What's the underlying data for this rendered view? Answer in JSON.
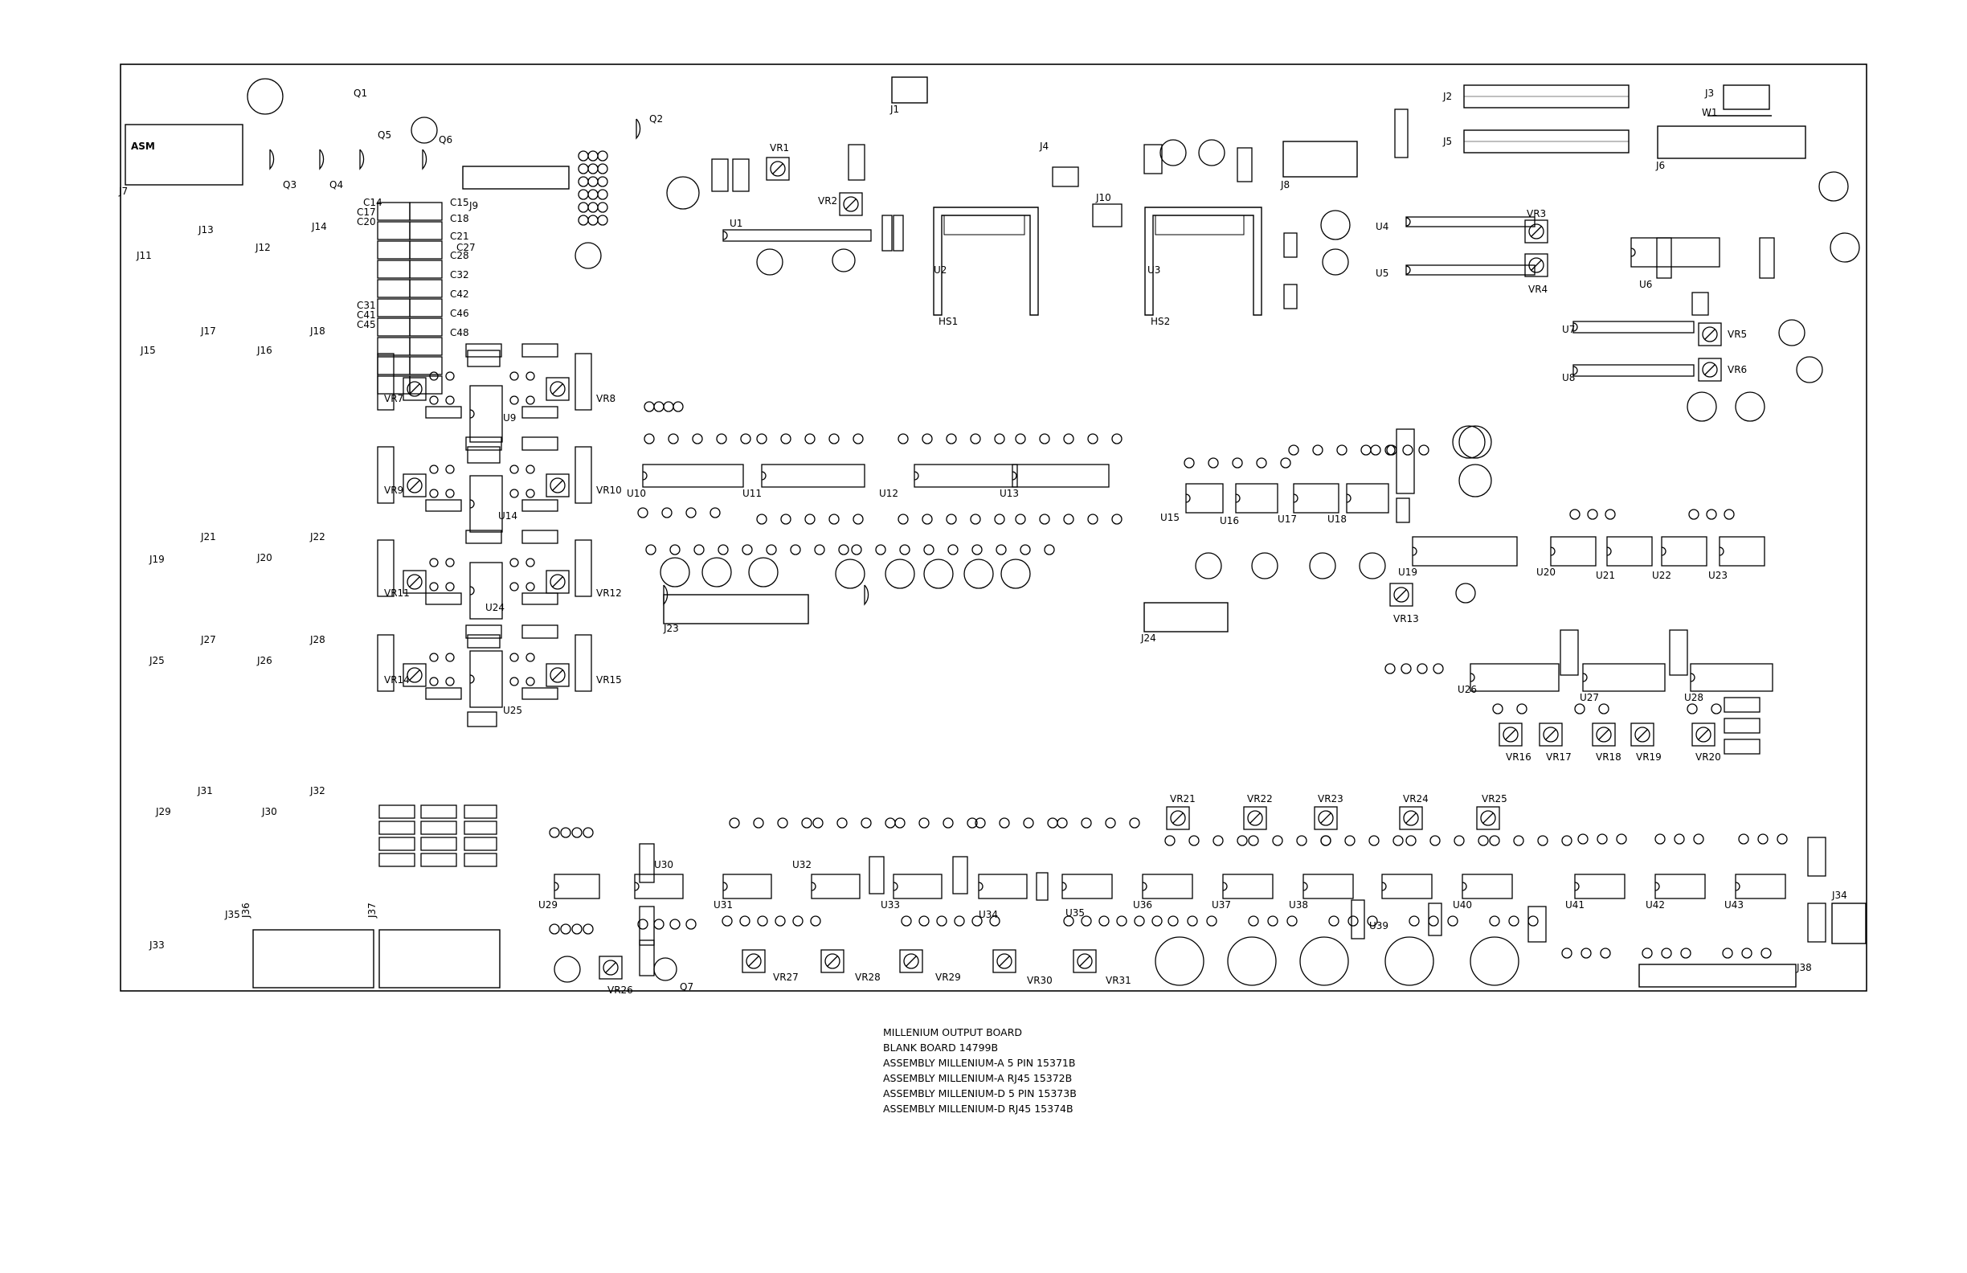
{
  "board": {
    "title_lines": [
      "MILLENIUM OUTPUT BOARD",
      "BLANK BOARD 14799B",
      "ASSEMBLY MILLENIUM-A 5 PIN 15371B",
      "ASSEMBLY MILLENIUM-A RJ45 15372B",
      "ASSEMBLY MILLENIUM-D 5 PIN 15373B",
      "ASSEMBLY MILLENIUM-D RJ45 15374B"
    ],
    "asm_label": "ASM"
  },
  "connectors": {
    "left_column": [
      "J11",
      "J12",
      "J13",
      "J14",
      "J15",
      "J16",
      "J17",
      "J18",
      "J19",
      "J20",
      "J21",
      "J22",
      "J25",
      "J26",
      "J27",
      "J28",
      "J29",
      "J30",
      "J31",
      "J32",
      "J33",
      "J35",
      "J36",
      "J37"
    ],
    "top": [
      "J1",
      "J2",
      "J3",
      "J4",
      "J5",
      "J6",
      "J7",
      "J8",
      "J9",
      "J10",
      "J23",
      "J24",
      "J34",
      "J38",
      "W1"
    ]
  },
  "ics": [
    "U1",
    "U2",
    "U3",
    "U4",
    "U5",
    "U6",
    "U7",
    "U8",
    "U9",
    "U10",
    "U11",
    "U12",
    "U13",
    "U14",
    "U15",
    "U16",
    "U17",
    "U18",
    "U19",
    "U20",
    "U21",
    "U22",
    "U23",
    "U24",
    "U25",
    "U26",
    "U27",
    "U28",
    "U29",
    "U30",
    "U31",
    "U32",
    "U33",
    "U34",
    "U35",
    "U36",
    "U37",
    "U38",
    "U39",
    "U40",
    "U41",
    "U42",
    "U43"
  ],
  "trimmers": [
    "VR1",
    "VR2",
    "VR3",
    "VR4",
    "VR5",
    "VR6",
    "VR7",
    "VR8",
    "VR9",
    "VR10",
    "VR11",
    "VR12",
    "VR13",
    "VR14",
    "VR15",
    "VR16",
    "VR17",
    "VR18",
    "VR19",
    "VR20",
    "VR21",
    "VR22",
    "VR23",
    "VR24",
    "VR25",
    "VR26",
    "VR27",
    "VR28",
    "VR29",
    "VR30",
    "VR31"
  ],
  "heatsinks": [
    "HS1",
    "HS2"
  ],
  "transistors": [
    "Q1",
    "Q2",
    "Q3",
    "Q4",
    "Q5",
    "Q6",
    "Q7"
  ]
}
